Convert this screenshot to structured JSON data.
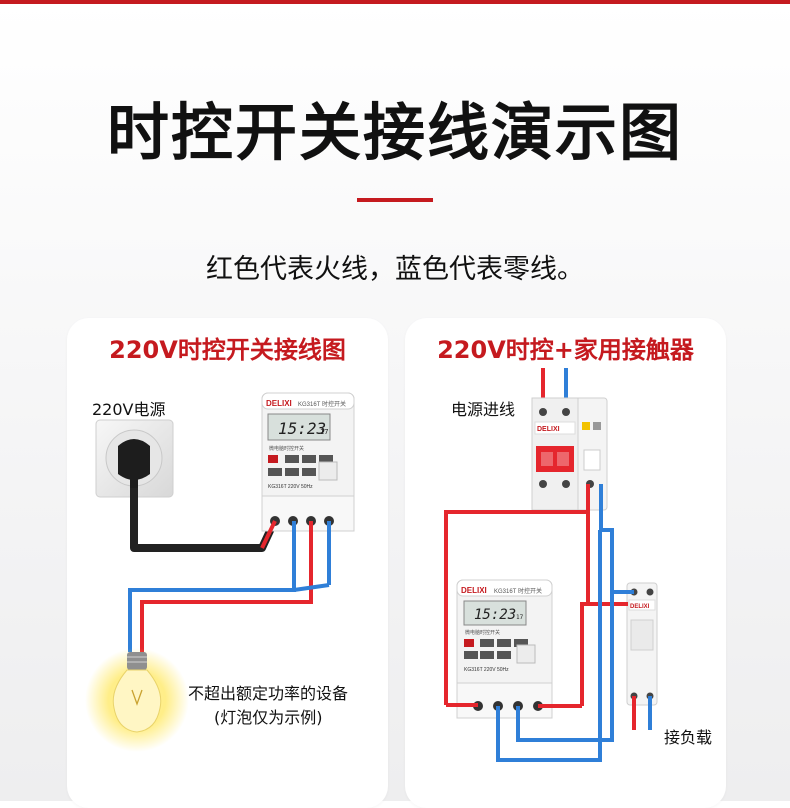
{
  "title": "时控开关接线演示图",
  "subtitle": "红色代表火线，蓝色代表零线。",
  "colors": {
    "accent": "#c51a1f",
    "live_wire": "#e5262d",
    "neutral_wire": "#2f7fd8",
    "plug_cable": "#222222"
  },
  "left_panel": {
    "title": "220V时控开关接线图",
    "source_label": "220V电源",
    "load_label_line1": "不超出额定功率的设备",
    "load_label_line2": "(灯泡仅为示例)",
    "timer": {
      "brand": "DELIXI",
      "model": "KG316T",
      "name": "时控开关",
      "display": "15:23",
      "display_small": "17",
      "caption": "微电脑时控开关",
      "spec": "KG316T 220V 50Hz"
    }
  },
  "right_panel": {
    "title": "220V时控+家用接触器",
    "source_label": "电源进线",
    "load_label": "接负载",
    "breaker": {
      "brand": "DELIXI"
    },
    "contactor": {
      "brand": "DELIXI"
    },
    "timer": {
      "brand": "DELIXI",
      "model": "KG316T",
      "name": "时控开关",
      "display": "15:23",
      "display_small": "17",
      "caption": "微电脑时控开关",
      "spec": "KG316T 220V 50Hz"
    }
  }
}
